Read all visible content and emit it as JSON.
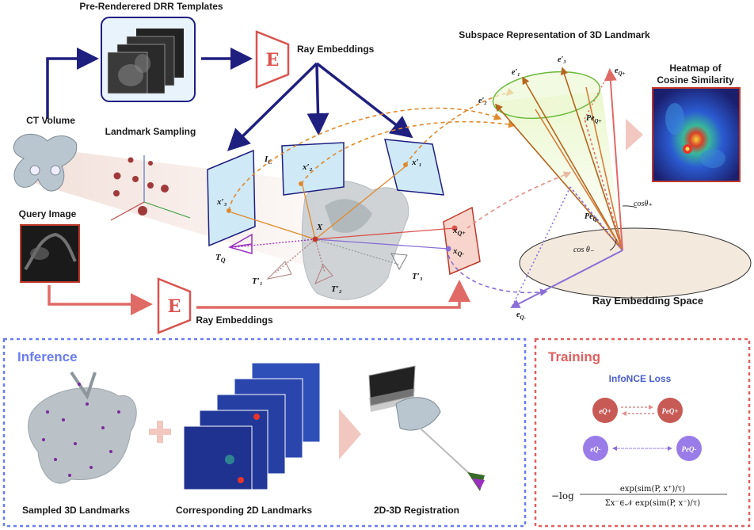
{
  "labels": {
    "drr_templates": "Pre-Renderered DRR Templates",
    "ray_embeddings_top": "Ray Embeddings",
    "ray_embeddings_bottom": "Ray Embeddings",
    "subspace_title": "Subspace Representation of 3D Landmark",
    "heatmap_title_1": "Heatmap of",
    "heatmap_title_2": "Cosine Similarity",
    "ct_volume": "CT Volume",
    "landmark_sampling": "Landmark Sampling",
    "query_image": "Query Image",
    "ray_embedding_space": "Ray Embedding Space",
    "encoder_symbol": "E"
  },
  "math": {
    "Ic": "I",
    "Ic_sub": "C",
    "x2": "x′₂",
    "x1": "x′₁",
    "x3": "x′₃",
    "X": "X",
    "TQ": "T",
    "TQ_sub": "Q",
    "T1": "T′₁",
    "T2": "T′₂",
    "T3": "T′₃",
    "xQplus": "x",
    "xQplus_sub": "Q+",
    "xQminus": "x",
    "xQminus_sub": "Q-",
    "e1": "e′₁",
    "e3": "e′₃",
    "e2": "e′₂",
    "eQplus": "e",
    "eQplus_sub": "Q+",
    "PeQplus": "Pe",
    "PeQplus_sub": "Q+",
    "PeQminus": "Pe",
    "PeQminus_sub": "Q-",
    "cos_plus": "cosθ₊",
    "cos_minus": "cos θ₋",
    "eQminus": "e",
    "eQminus_sub": "Q-"
  },
  "inference": {
    "title": "Inference",
    "sampled": "Sampled 3D Landmarks",
    "corresponding": "Corresponding 2D Landmarks",
    "registration": "2D-3D Registration"
  },
  "training": {
    "title": "Training",
    "loss_name": "InfoNCE Loss",
    "eQplus": "eQ+",
    "PeQplus": "PeQ+",
    "eQminus": "eQ-",
    "PeQminus": "PeQ-",
    "formula_prefix": "−log",
    "formula_num": "exp(sim(P, x⁺)/τ)",
    "formula_den": "Σx⁻∈𝒩 exp(sim(P, x⁻)/τ)"
  },
  "colors": {
    "navy": "#1f1f80",
    "red": "#d9534f",
    "salmon": "#e58a86",
    "purple": "#8a6fd6",
    "orange": "#e08a2c",
    "light_blue": "#cfe9f7",
    "inference_border": "#6b7cf0",
    "training_border": "#e06060"
  }
}
